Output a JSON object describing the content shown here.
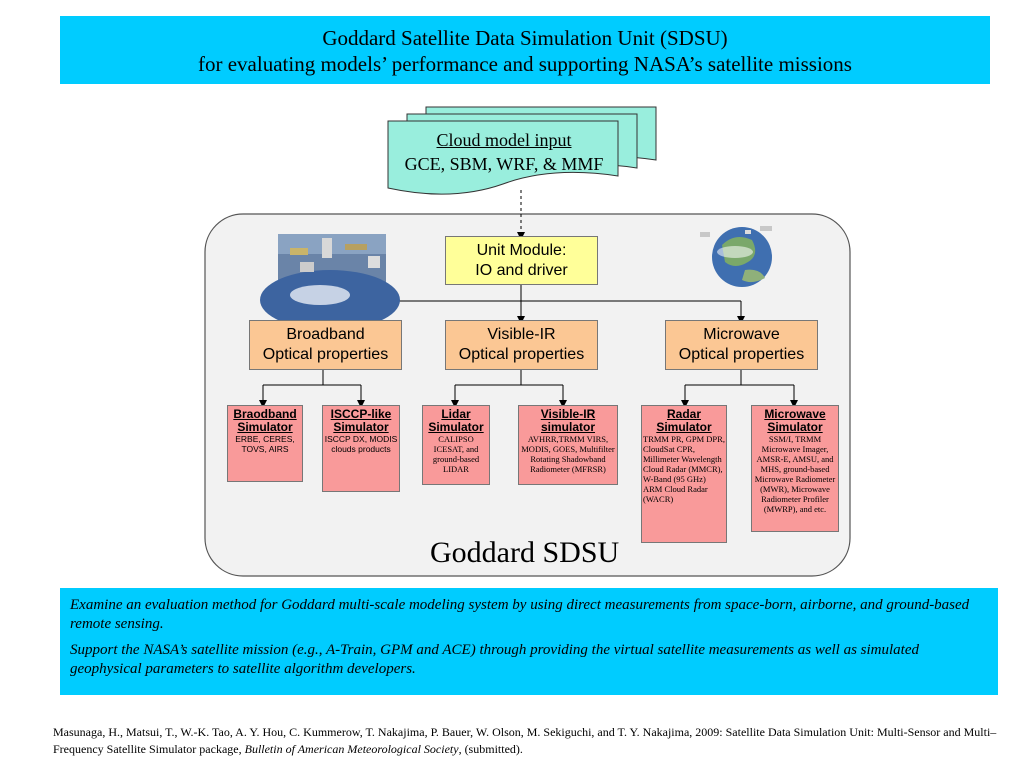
{
  "title": {
    "line1": "Goddard Satellite Data Simulation Unit (SDSU)",
    "line2": "for evaluating models’ performance and supporting NASA’s satellite missions"
  },
  "input_doc": {
    "heading": "Cloud model input",
    "models": "GCE, SBM, WRF, & MMF"
  },
  "unit_module": {
    "line1": "Unit Module:",
    "line2": "IO and driver"
  },
  "optical": [
    {
      "line1": "Broadband",
      "line2": "Optical properties"
    },
    {
      "line1": "Visible-IR",
      "line2": "Optical properties"
    },
    {
      "line1": "Microwave",
      "line2": "Optical properties"
    }
  ],
  "simulators": [
    {
      "head1": "Braodband",
      "head2": "Simulator",
      "body": "ERBE, CERES, TOVS, AIRS"
    },
    {
      "head1": "ISCCP-like",
      "head2": "Simulator",
      "body": "ISCCP DX, MODIS clouds products"
    },
    {
      "head1": "Lidar",
      "head2": "Simulator",
      "body": "CALIPSO ICESAT, and ground-based LIDAR"
    },
    {
      "head1": "Visible-IR",
      "head2": "simulator",
      "body": "AVHRR,TRMM VIRS, MODIS, GOES, Multifilter Rotating Shadowband Radiometer (MFRSR)"
    },
    {
      "head1": "Radar",
      "head2": "Simulator",
      "body": "TRMM PR, GPM DPR, CloudSat CPR, Millimeter Wavelength Cloud Radar (MMCR), W-Band (95 GHz) ARM Cloud Radar (WACR)"
    },
    {
      "head1": "Microwave",
      "head2": "Simulator",
      "body": "SSM/I, TRMM Microwave Imager, AMSR-E, AMSU, and MHS, ground-based Microwave Radiometer (MWR), Microwave Radiometer Profiler (MWRP), and etc."
    }
  ],
  "sdsu_label": "Goddard SDSU",
  "info": {
    "para1": "Examine an evaluation method for Goddard multi-scale modeling system by using direct measurements from space-born, airborne, and ground-based remote sensing.",
    "para2": "Support the NASA’s satellite mission (e.g., A-Train, GPM and ACE) through providing the virtual satellite measurements as well as simulated geophysical parameters to satellite algorithm developers."
  },
  "citation": {
    "text1": "Masunaga, H., Matsui, T., W.-K. Tao, A. Y. Hou, C. Kummerow, T. Nakajima, P. Bauer, W. Olson, M. Sekiguchi, and T. Y. Nakajima, 2009: Satellite Data Simulation Unit: Multi-Sensor and Multi–Frequency Satellite Simulator package, ",
    "journal": "Bulletin of American Meteorological Society",
    "text2": ", (submitted)."
  },
  "colors": {
    "banner": "#00ccff",
    "doc": "#99eedd",
    "unit_module": "#ffff99",
    "optical": "#fbc794",
    "simulator": "#f99a9a",
    "container": "#f2f2f2"
  }
}
